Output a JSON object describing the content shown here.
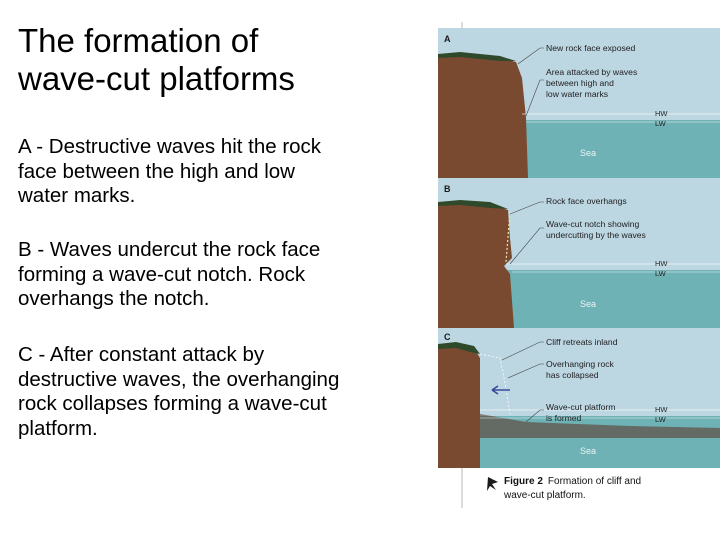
{
  "title": {
    "line1": "The formation of",
    "line2": "wave-cut platforms"
  },
  "paragraphs": {
    "a": [
      "A - Destructive waves hit the rock",
      "face between the high and low",
      "water marks."
    ],
    "b": [
      "B - Waves undercut the rock face",
      "forming a wave-cut notch. Rock",
      "overhangs the notch."
    ],
    "c": [
      "C - After constant attack by",
      "destructive waves, the overhanging",
      "rock collapses forming a wave-cut",
      "platform."
    ]
  },
  "figure": {
    "panels": [
      {
        "letter": "A",
        "notes": [
          [
            "New rock face exposed"
          ],
          [
            "Area attacked by waves",
            "between high and",
            "low water marks"
          ]
        ],
        "hw": "HW",
        "lw": "LW",
        "sea": "Sea"
      },
      {
        "letter": "B",
        "notes": [
          [
            "Rock face overhangs"
          ],
          [
            "Wave-cut notch showing",
            "undercutting by the waves"
          ]
        ],
        "hw": "HW",
        "lw": "LW",
        "sea": "Sea"
      },
      {
        "letter": "C",
        "notes": [
          [
            "Cliff retreats inland"
          ],
          [
            "Overhanging rock",
            "has collapsed"
          ],
          [
            "Wave-cut platform",
            "is formed"
          ]
        ],
        "hw": "HW",
        "lw": "LW",
        "sea": "Sea"
      }
    ],
    "caption": {
      "label": "Figure 2",
      "text_line1": "Formation of cliff and",
      "text_line2": "wave-cut platform."
    },
    "colors": {
      "sky": "#bcd6e2",
      "sea": "#6fb2b6",
      "rock": "#7a4a30",
      "rock_dark": "#5a3220",
      "rock_top": "#2f4a2a"
    }
  }
}
